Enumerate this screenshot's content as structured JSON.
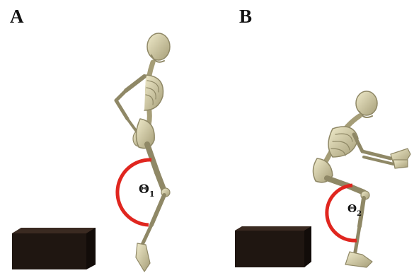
{
  "panels": [
    {
      "label": "A",
      "angle_symbol": "Θ",
      "angle_subscript": "1"
    },
    {
      "label": "B",
      "angle_symbol": "Θ",
      "angle_subscript": "2"
    }
  ],
  "colors": {
    "bone": "#d9d2a8",
    "bone_shadow": "#8f8866",
    "angle_arc": "#e0261f",
    "block": "#1f1611",
    "block_top": "#3a2a21"
  }
}
